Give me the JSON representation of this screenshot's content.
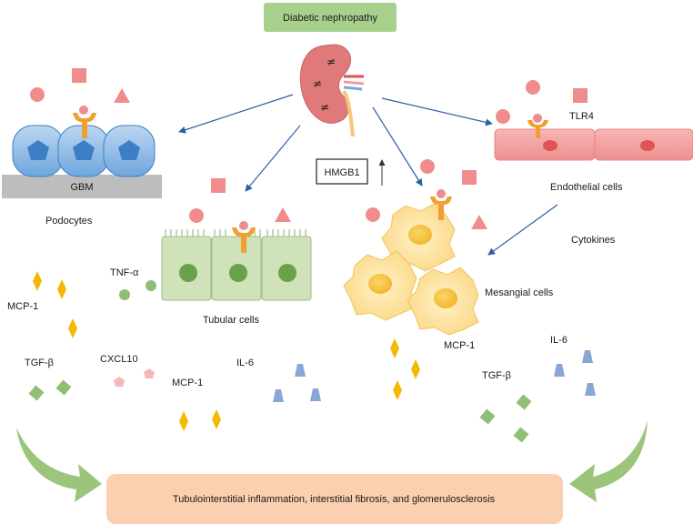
{
  "title": "Diabetic nephropathy",
  "outcome": "Tubulointerstitial inflammation, interstitial fibrosis, and glomerulosclerosis",
  "cells": {
    "podocytes": "Podocytes",
    "gbm": "GBM",
    "tubular": "Tubular cells",
    "endothelial": "Endothelial cells",
    "mesangial": "Mesangial cells"
  },
  "signals": {
    "hmgb1": "HMGB1",
    "tlr4": "TLR4",
    "cytokines": "Cytokines"
  },
  "mediators": {
    "tnf_alpha": "TNF-α",
    "mcp1_left": "MCP-1",
    "tgfb_left": "TGF-β",
    "cxcl10": "CXCL10",
    "mcp1_center": "MCP-1",
    "il6_center": "IL-6",
    "mcp1_right": "MCP-1",
    "il6_right": "IL-6",
    "tgfb_right": "TGF-β"
  },
  "colors": {
    "title_box": "#a8d08d",
    "outcome_box": "#fbd0b0",
    "arrow_blue": "#2e5ea8",
    "green_arrow": "#9cc47a",
    "podocyte_blue": "#5b9bd5",
    "tubular_green": "#c6dbae",
    "endothelial_red": "#f4a0a0",
    "mesangial_yellow": "#fbe2a3",
    "receptor_orange": "#f0a030",
    "ligand_pink": "#f08c8c",
    "mcp1_gold": "#f5b800",
    "tgfb_green": "#8fbf74",
    "il6_blue": "#8aa6d6",
    "cxcl10_pink": "#f6b7b7"
  }
}
